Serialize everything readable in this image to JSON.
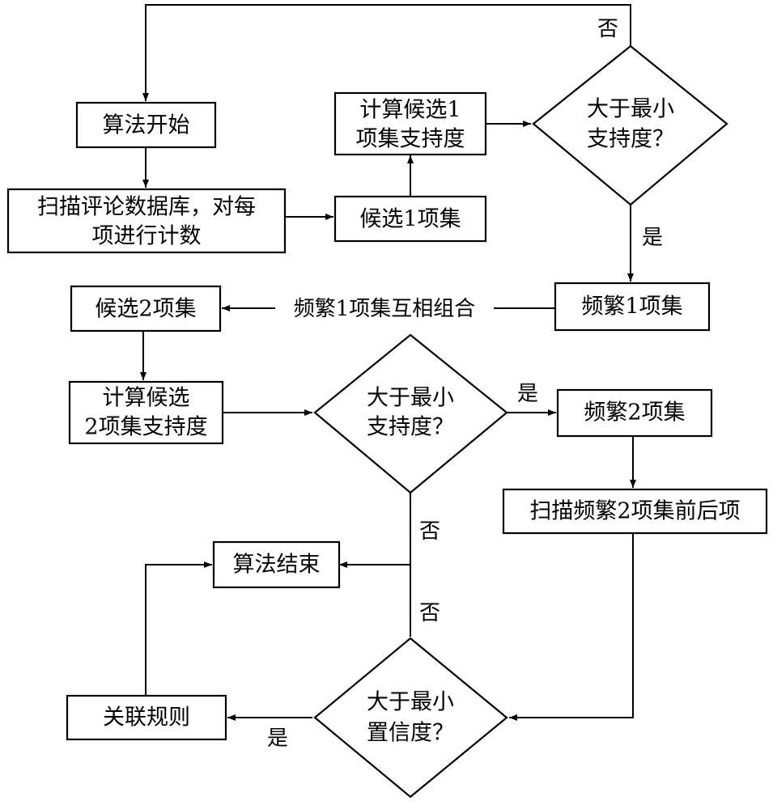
{
  "nodes": {
    "start": "算法开始",
    "scan_db_line1": "扫描评论数据库，对每",
    "scan_db_line2": "项进行计数",
    "cand1": "候选1项集",
    "calc1_line1": "计算候选1",
    "calc1_line2": "项集支持度",
    "decision1_line1": "大于最小",
    "decision1_line2": "支持度？",
    "freq1": "频繁1项集",
    "cand2": "候选2项集",
    "calc2_line1": "计算候选",
    "calc2_line2": "2项集支持度",
    "decision2_line1": "大于最小",
    "decision2_line2": "支持度？",
    "freq2": "频繁2项集",
    "scan2": "扫描频繁2项集前后项",
    "end": "算法结束",
    "decision3_line1": "大于最小",
    "decision3_line2": "置信度？",
    "rules": "关联规则"
  },
  "edge_labels": {
    "d1_no": "否",
    "d1_yes": "是",
    "combine": "频繁1项集互相组合",
    "d2_yes": "是",
    "d2_no": "否",
    "d3_no": "否",
    "d3_yes": "是"
  }
}
